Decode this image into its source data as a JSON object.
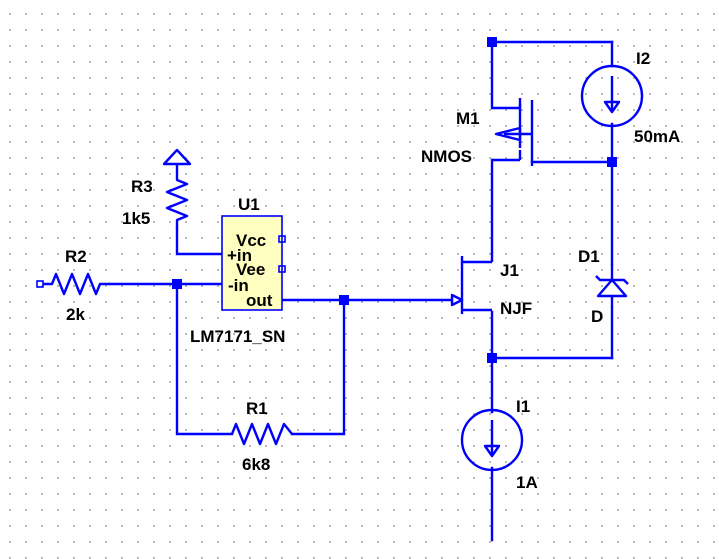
{
  "components": {
    "r1": {
      "ref": "R1",
      "value": "6k8"
    },
    "r2": {
      "ref": "R2",
      "value": "2k"
    },
    "r3": {
      "ref": "R3",
      "value": "1k5"
    },
    "u1": {
      "ref": "U1",
      "value": "LM7171_SN",
      "pins": {
        "vcc": "Vcc",
        "inp": "+in",
        "vee": "Vee",
        "inn": "-in",
        "out": "out"
      }
    },
    "m1": {
      "ref": "M1",
      "value": "NMOS"
    },
    "j1": {
      "ref": "J1",
      "value": "NJF"
    },
    "d1": {
      "ref": "D1",
      "value": "D"
    },
    "i1": {
      "ref": "I1",
      "value": "1A"
    },
    "i2": {
      "ref": "I2",
      "value": "50mA"
    }
  },
  "colors": {
    "wire": "#0000ff",
    "opamp_fill": "#ffffc0",
    "text": "#000000"
  }
}
